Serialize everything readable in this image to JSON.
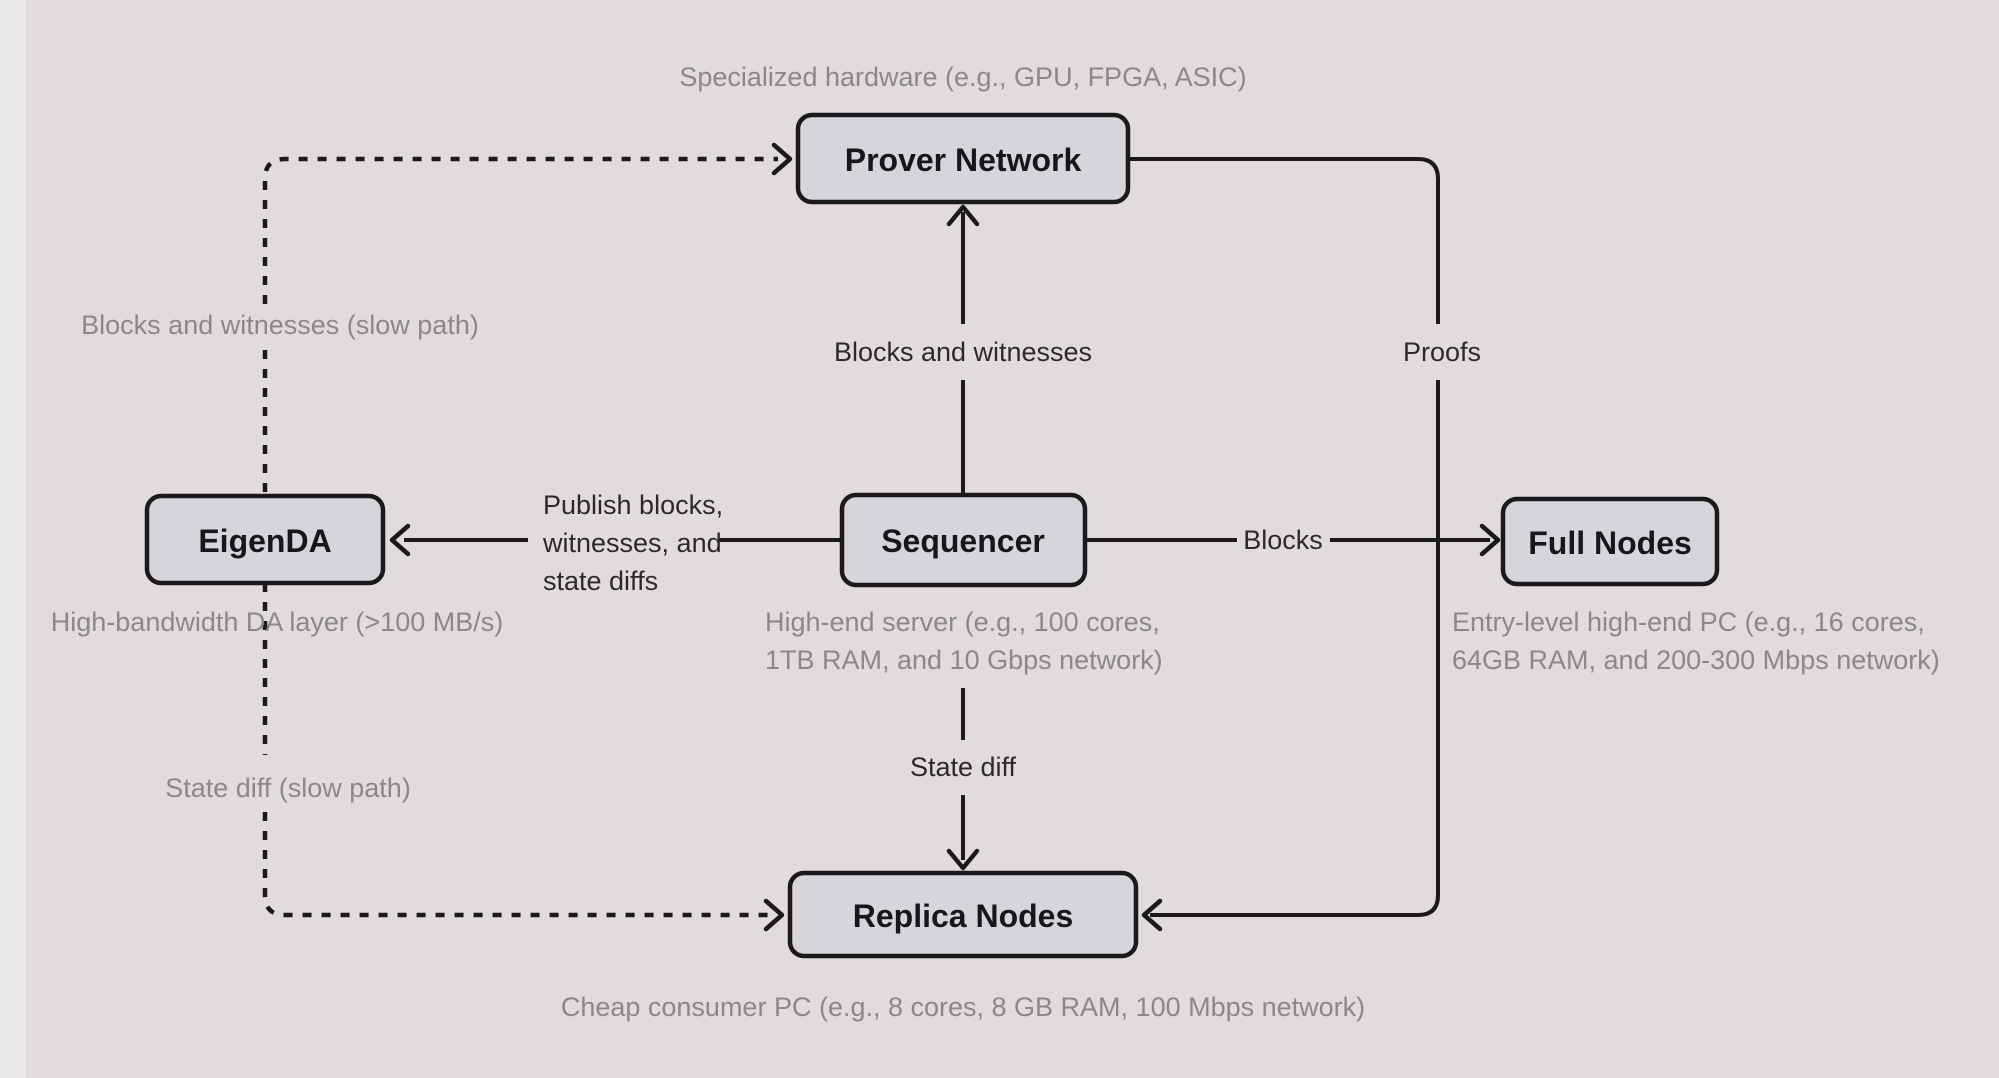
{
  "diagram": {
    "colors": {
      "background": "#e2dbdc",
      "edge_strip": "#ebe9e7",
      "node_fill": "#d8d5da",
      "line": "#1a1a1c",
      "node_text": "#17171a",
      "label_text": "#2a2a2e",
      "caption_text": "#8c878b"
    },
    "nodes": {
      "prover": {
        "label": "Prover Network",
        "caption": "Specialized hardware (e.g., GPU, FPGA, ASIC)"
      },
      "eigenda": {
        "label": "EigenDA",
        "caption": "High-bandwidth DA layer (>100 MB/s)"
      },
      "sequencer": {
        "label": "Sequencer",
        "caption_line1": "High-end server (e.g., 100 cores,",
        "caption_line2": "1TB RAM, and 10 Gbps network)"
      },
      "full_nodes": {
        "label": "Full Nodes",
        "caption_line1": "Entry-level high-end PC (e.g., 16 cores,",
        "caption_line2": "64GB RAM, and 200-300 Mbps network)"
      },
      "replica": {
        "label": "Replica Nodes",
        "caption": "Cheap consumer PC (e.g., 8 cores, 8 GB RAM, 100 Mbps network)"
      }
    },
    "edges": {
      "eigenda_to_prover": {
        "style": "dashed",
        "label": "Blocks and witnesses (slow path)"
      },
      "sequencer_to_prover": {
        "style": "solid",
        "label": "Blocks and witnesses"
      },
      "prover_to_replica": {
        "style": "solid",
        "label": "Proofs"
      },
      "sequencer_to_eigenda": {
        "style": "solid",
        "label_line1": "Publish blocks,",
        "label_line2": "witnesses, and",
        "label_line3": "state diffs"
      },
      "sequencer_to_full_nodes": {
        "style": "solid",
        "label": "Blocks"
      },
      "sequencer_to_replica": {
        "style": "solid",
        "label": "State diff"
      },
      "eigenda_to_replica": {
        "style": "dashed",
        "label": "State diff (slow path)"
      }
    }
  }
}
